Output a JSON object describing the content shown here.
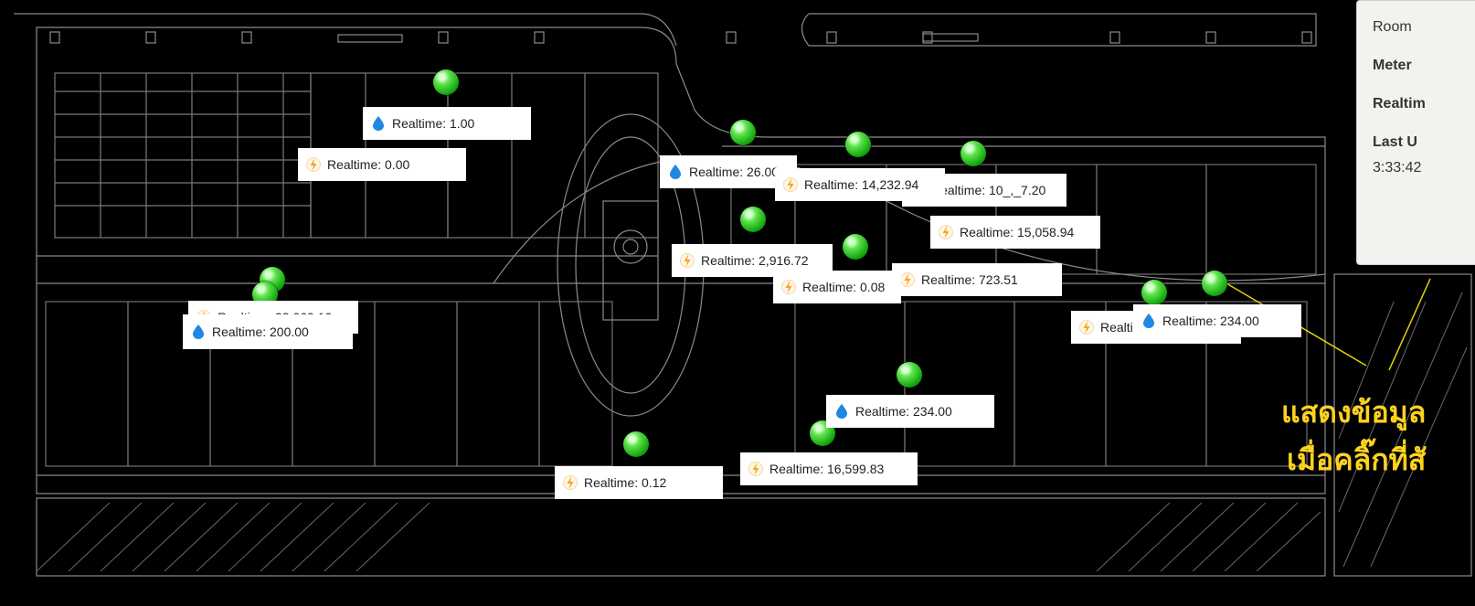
{
  "labels": [
    {
      "type": "water",
      "text": "Realtime: 1.00"
    },
    {
      "type": "power",
      "text": "Realtime: 0.00"
    },
    {
      "type": "water",
      "text": "Realtime: 26.00"
    },
    {
      "type": "power",
      "text": "Realtime: 14,232.94"
    },
    {
      "type": "power",
      "text": "Realtime: 10_,_7.20"
    },
    {
      "type": "power",
      "text": "Realtime: 15,058.94"
    },
    {
      "type": "power",
      "text": "Realtime: 2,916.72"
    },
    {
      "type": "power",
      "text": "Realtime: 0.08"
    },
    {
      "type": "power",
      "text": "Realtime: 723.51"
    },
    {
      "type": "power",
      "text": "Realtime: 32,069.10"
    },
    {
      "type": "water",
      "text": "Realtime: 200.00"
    },
    {
      "type": "power",
      "text": "Realtime"
    },
    {
      "type": "water",
      "text": "Realtime: 234.00"
    },
    {
      "type": "water",
      "text": "Realtime: 234.00"
    },
    {
      "type": "power",
      "text": "Realtime: 16,599.83"
    },
    {
      "type": "power",
      "text": "Realtime: 0.12"
    }
  ],
  "info_panel": {
    "room_label": "Room",
    "meter_label": "Meter",
    "realtime_label": "Realtim",
    "last_update_label": "Last U",
    "last_update_value": "3:33:42"
  },
  "annotation": {
    "line1": "แสดงข้อมูล",
    "line2": "เมื่อคลิ๊กที่สั"
  },
  "colors": {
    "background": "#000000",
    "marker": "#22c31a",
    "annotation": "#ffd21f",
    "callout_line": "#e6d400",
    "water_icon": "#1e88e5",
    "power_icon": "#f6a623"
  }
}
